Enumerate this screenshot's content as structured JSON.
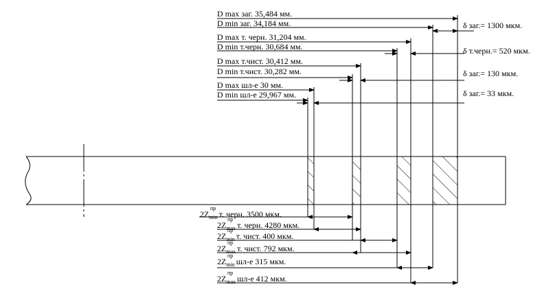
{
  "diameters": [
    {
      "label": "D max заг. 35,484 мм."
    },
    {
      "label": "D min заг. 34,184 мм."
    },
    {
      "label": "D max т. черн. 31,204 мм."
    },
    {
      "label": "D min т.черн. 30,684 мм."
    },
    {
      "label": "D max т.чист. 30,412 мм."
    },
    {
      "label": "D min т.чист. 30,282 мм."
    },
    {
      "label": "D max шл-е 30 мм."
    },
    {
      "label": "D min шл-е 29,967 мм."
    }
  ],
  "tolerances": [
    {
      "label": "δ заг.= 1300 мкм."
    },
    {
      "label": "δ т.черн.= 520 мкм."
    },
    {
      "label": "δ заг.= 130 мкм."
    },
    {
      "label": "δ заг.= 33 мкм."
    }
  ],
  "allowances": [
    {
      "prefix": "2Z",
      "sup": "пр",
      "sub": "min",
      "text": "т. черн. 3500 мкм."
    },
    {
      "prefix": "2Z",
      "sup": "пр",
      "sub": "max",
      "text": "т. черн. 4280 мкм."
    },
    {
      "prefix": "2Z",
      "sup": "пр",
      "sub": "min",
      "text": "т. чист. 400 мкм."
    },
    {
      "prefix": "2Z",
      "sup": "пр",
      "sub": "max",
      "text": "т. чист. 792 мкм."
    },
    {
      "prefix": "2Z",
      "sup": "пр",
      "sub": "min",
      "text": "шл-е 315 мкм."
    },
    {
      "prefix": "2Z",
      "sup": "пр",
      "sub": "max",
      "text": "шл-е 412 мкм."
    }
  ]
}
